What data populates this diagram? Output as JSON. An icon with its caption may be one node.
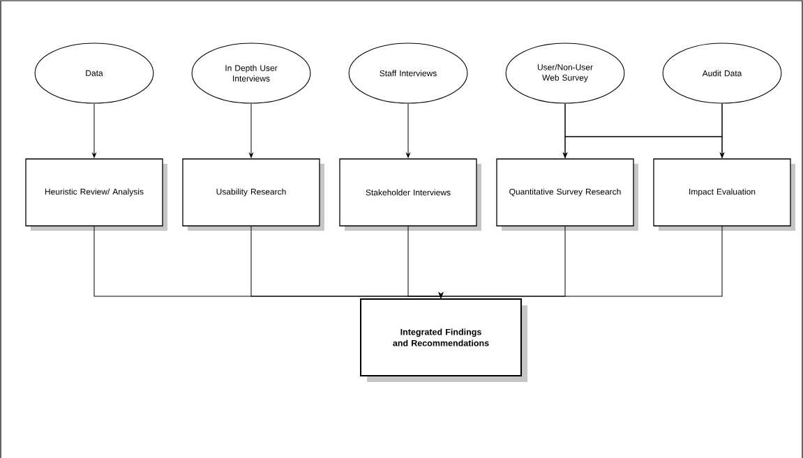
{
  "diagram": {
    "nodes": [
      {
        "text": [
          "Data"
        ]
      },
      {
        "text": [
          "In Depth User Interviews"
        ]
      },
      {
        "text": [
          "Staff Interviews"
        ]
      },
      {
        "text": [
          "User/Non-User Web Survey"
        ]
      },
      {
        "text": [
          "Audit Data"
        ]
      },
      {
        "text": [
          "Heuristic Review/ Analysis"
        ]
      },
      {
        "text": [
          "Usability Research"
        ]
      },
      {
        "text": [
          "Stakeholder Interviews"
        ]
      },
      {
        "text": [
          "Quantitative Survey Research"
        ]
      },
      {
        "text": [
          "Impact Evaluation"
        ]
      },
      {
        "text": [
          "Integrated Findings and Recommendations"
        ]
      }
    ],
    "edges": [
      {
        "from": 0,
        "to": 5,
        "arrow": "to"
      },
      {
        "from": 1,
        "to": 6,
        "arrow": "to"
      },
      {
        "from": 2,
        "to": 7,
        "arrow": "to"
      },
      {
        "from": 3,
        "to": 8,
        "arrow": "to"
      },
      {
        "from": 3,
        "to": 9,
        "arrow": "to"
      },
      {
        "from": 4,
        "to": 8,
        "arrow": "to"
      },
      {
        "from": 4,
        "to": 9,
        "arrow": "to"
      },
      {
        "from": 5,
        "to": 10,
        "arrow": "to"
      },
      {
        "from": 6,
        "to": 10,
        "arrow": "to"
      },
      {
        "from": 7,
        "to": 10,
        "arrow": "to"
      },
      {
        "from": 8,
        "to": 10,
        "arrow": "to"
      },
      {
        "from": 9,
        "to": 10,
        "arrow": "to"
      }
    ]
  }
}
